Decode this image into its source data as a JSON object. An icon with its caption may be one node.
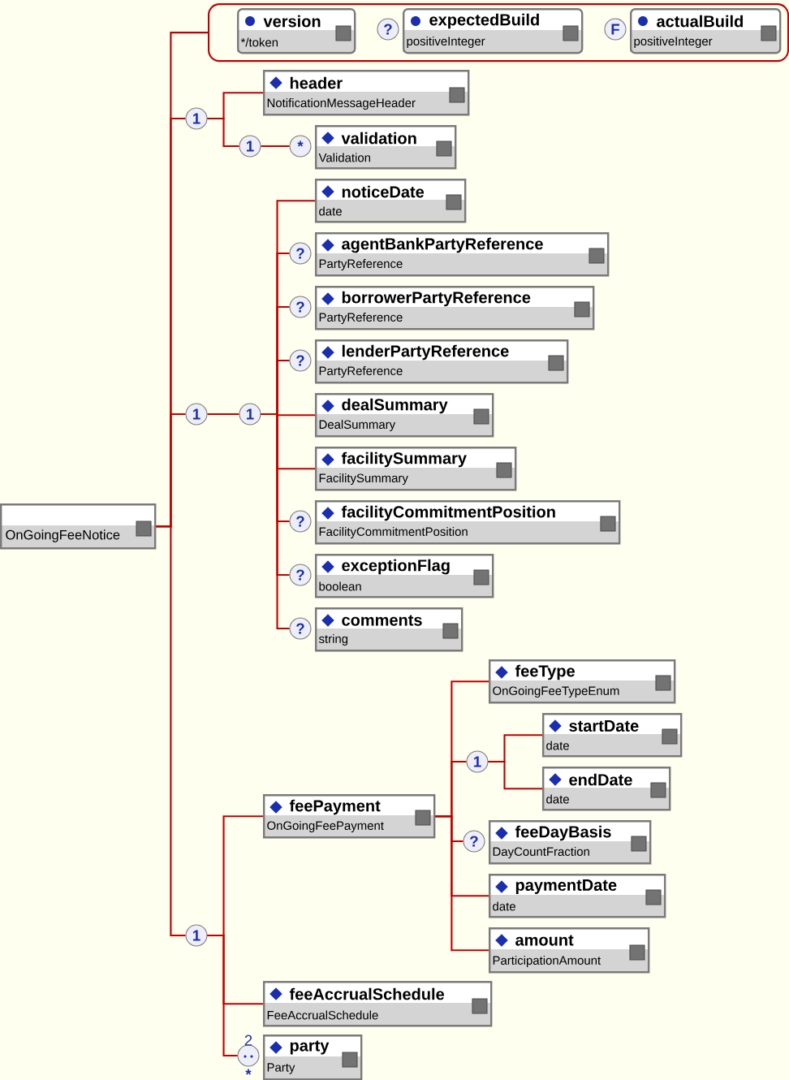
{
  "diagram": {
    "nodes": [
      {
        "text": [
          "OnGoingFeeNotice"
        ]
      },
      {
        "text": [],
        "shape": "box"
      },
      {
        "text": [
          "version",
          "*/token"
        ],
        "in": 1
      },
      {
        "text": [
          "expectedBuild",
          "positiveInteger"
        ],
        "in": 1,
        "beside": [
          "?"
        ]
      },
      {
        "text": [
          "actualBuild",
          "positiveInteger"
        ],
        "in": 1,
        "beside": [
          "F"
        ]
      },
      {
        "text": [
          "1"
        ]
      },
      {
        "text": [
          "header",
          "NotificationMessageHeader"
        ]
      },
      {
        "text": [
          "1"
        ]
      },
      {
        "text": [
          "validation",
          "Validation"
        ],
        "beside": [
          "*"
        ]
      },
      {
        "text": [
          "1"
        ]
      },
      {
        "text": [
          "1"
        ]
      },
      {
        "text": [
          "noticeDate",
          "date"
        ]
      },
      {
        "text": [
          "agentBankPartyReference",
          "PartyReference"
        ],
        "beside": [
          "?"
        ]
      },
      {
        "text": [
          "borrowerPartyReference",
          "PartyReference"
        ],
        "beside": [
          "?"
        ]
      },
      {
        "text": [
          "lenderPartyReference",
          "PartyReference"
        ],
        "beside": [
          "?"
        ]
      },
      {
        "text": [
          "dealSummary",
          "DealSummary"
        ]
      },
      {
        "text": [
          "facilitySummary",
          "FacilitySummary"
        ]
      },
      {
        "text": [
          "facilityCommitmentPosition",
          "FacilityCommitmentPosition"
        ],
        "beside": [
          "?"
        ]
      },
      {
        "text": [
          "exceptionFlag",
          "boolean"
        ],
        "beside": [
          "?"
        ]
      },
      {
        "text": [
          "comments",
          "string"
        ],
        "beside": [
          "?"
        ]
      },
      {
        "text": [
          "1"
        ]
      },
      {
        "text": [
          "feePayment",
          "OnGoingFeePayment"
        ]
      },
      {
        "text": [
          "feeType",
          "OnGoingFeeTypeEnum"
        ]
      },
      {
        "text": [
          "1"
        ]
      },
      {
        "text": [
          "startDate",
          "date"
        ]
      },
      {
        "text": [
          "endDate",
          "date"
        ]
      },
      {
        "text": [
          "feeDayBasis",
          "DayCountFraction"
        ],
        "beside": [
          "?"
        ]
      },
      {
        "text": [
          "paymentDate",
          "date"
        ]
      },
      {
        "text": [
          "amount",
          "ParticipationAmount"
        ]
      },
      {
        "text": [
          "feeAccrualSchedule",
          "FeeAccrualSchedule"
        ]
      },
      {
        "text": [
          "party",
          "Party"
        ],
        "beside": [
          "2",
          "*"
        ]
      }
    ],
    "edges": [
      {
        "from": 0,
        "to": 1,
        "arrow": "none"
      },
      {
        "from": 0,
        "to": 5,
        "arrow": "none"
      },
      {
        "from": 5,
        "to": 6,
        "arrow": "none"
      },
      {
        "from": 5,
        "to": 7,
        "arrow": "none"
      },
      {
        "from": 7,
        "to": 8,
        "arrow": "none"
      },
      {
        "from": 0,
        "to": 9,
        "arrow": "none"
      },
      {
        "from": 9,
        "to": 10,
        "arrow": "none"
      },
      {
        "from": 10,
        "to": 11,
        "arrow": "none"
      },
      {
        "from": 10,
        "to": 12,
        "arrow": "none"
      },
      {
        "from": 10,
        "to": 13,
        "arrow": "none"
      },
      {
        "from": 10,
        "to": 14,
        "arrow": "none"
      },
      {
        "from": 10,
        "to": 15,
        "arrow": "none"
      },
      {
        "from": 10,
        "to": 16,
        "arrow": "none"
      },
      {
        "from": 10,
        "to": 17,
        "arrow": "none"
      },
      {
        "from": 10,
        "to": 18,
        "arrow": "none"
      },
      {
        "from": 10,
        "to": 19,
        "arrow": "none"
      },
      {
        "from": 0,
        "to": 20,
        "arrow": "none"
      },
      {
        "from": 20,
        "to": 21,
        "arrow": "none"
      },
      {
        "from": 21,
        "to": 22,
        "arrow": "none"
      },
      {
        "from": 21,
        "to": 23,
        "arrow": "none"
      },
      {
        "from": 23,
        "to": 24,
        "arrow": "none"
      },
      {
        "from": 23,
        "to": 25,
        "arrow": "none"
      },
      {
        "from": 21,
        "to": 26,
        "arrow": "none"
      },
      {
        "from": 21,
        "to": 27,
        "arrow": "none"
      },
      {
        "from": 21,
        "to": 28,
        "arrow": "none"
      },
      {
        "from": 20,
        "to": 29,
        "arrow": "none"
      },
      {
        "from": 20,
        "to": 30,
        "arrow": "none"
      }
    ]
  }
}
